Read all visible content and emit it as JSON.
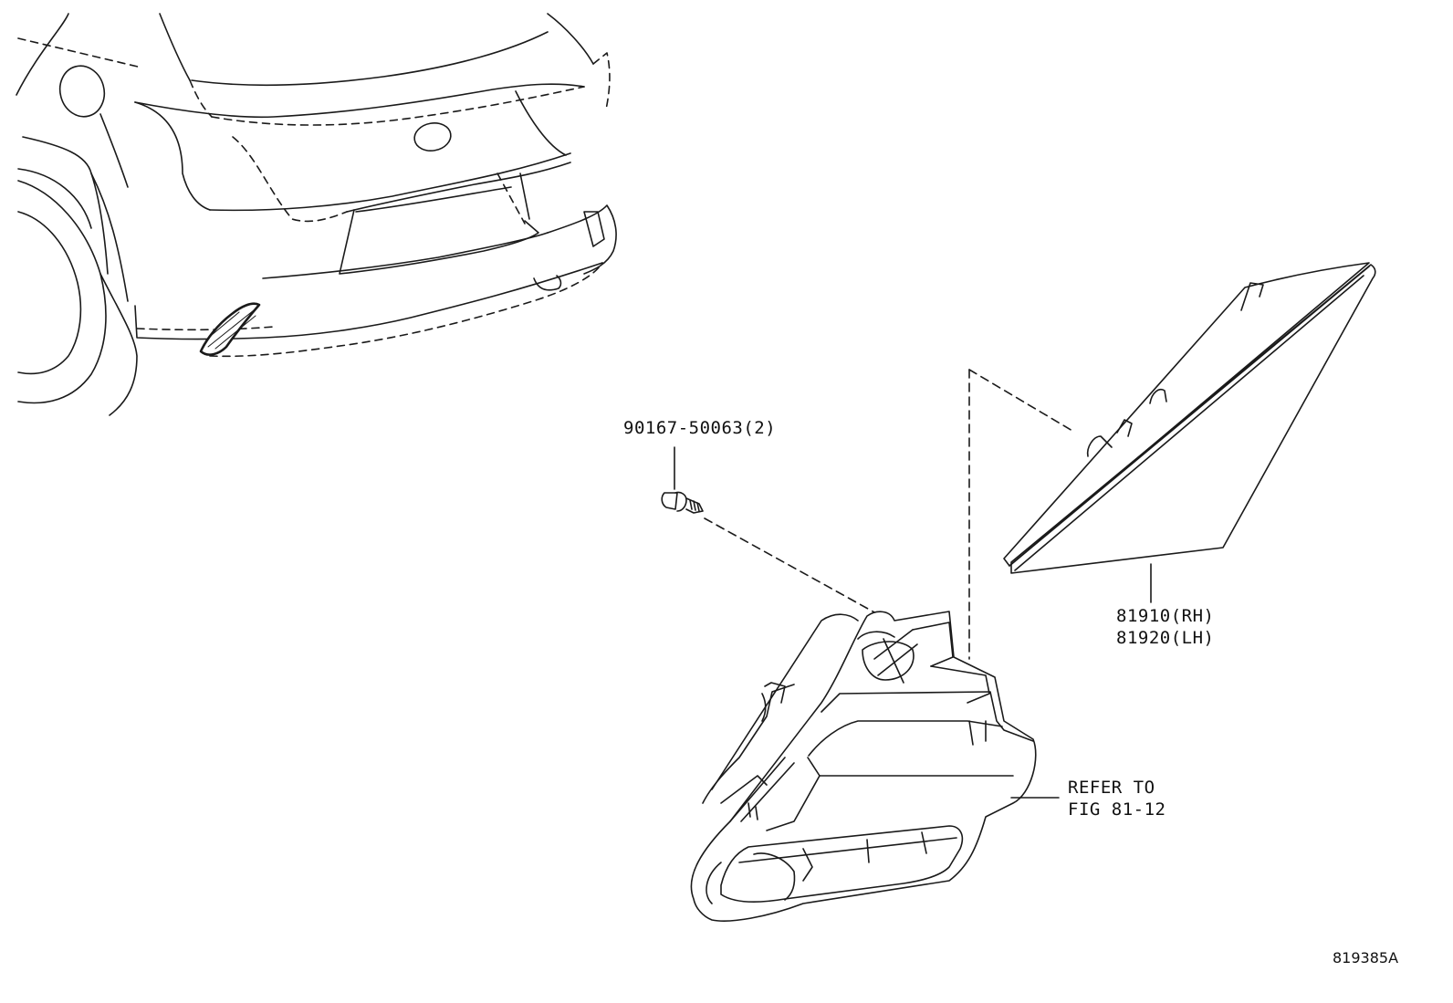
{
  "parts": {
    "bolt": {
      "number": "90167-50063(2)"
    },
    "reflector": {
      "rh": "81910(RH)",
      "lh": "81920(LH)"
    },
    "reference": {
      "line1": "REFER TO",
      "line2": "FIG 81-12"
    }
  },
  "illustration_id": "819385A"
}
